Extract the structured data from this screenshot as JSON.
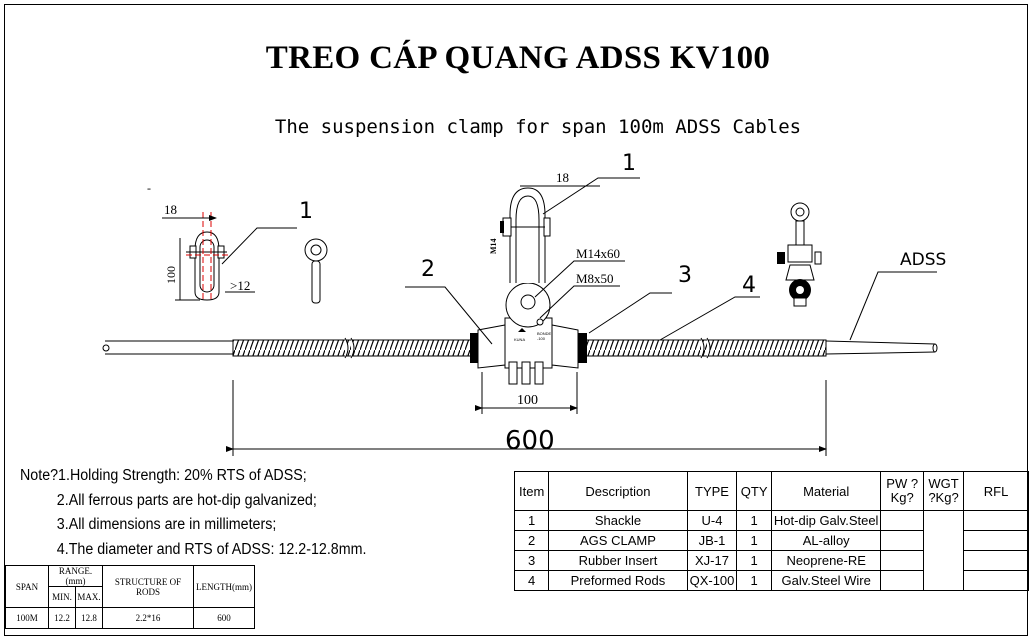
{
  "title": "TREO CÁP QUANG ADSS KV100",
  "subtitle": "The suspension clamp for span 100m ADSS Cables",
  "drawing": {
    "callouts": [
      "1",
      "1",
      "2",
      "3",
      "4"
    ],
    "dims": {
      "d18_left": "18",
      "d100": "100",
      "d12": ">12",
      "d18_top": "18",
      "m14": "M14",
      "m14x60": "M14x60",
      "m8x50": "M8x50",
      "d100_bottom": "100",
      "d600": "600",
      "adss": "ADSS",
      "dash": "-"
    }
  },
  "notes": [
    "Note?1.Holding Strength: 20% RTS of ADSS;",
    "2.All ferrous parts are hot-dip galvanized;",
    "3.All dimensions are in millimeters;",
    "4.The diameter and RTS of ADSS: 12.2-12.8mm."
  ],
  "bom": {
    "headers": [
      "Item",
      "Description",
      "TYPE",
      "QTY",
      "Material",
      "PW ?Kg?",
      "WGT ?Kg?",
      "RFL"
    ],
    "rows": [
      [
        "1",
        "Shackle",
        "U-4",
        "1",
        "Hot-dip Galv.Steel"
      ],
      [
        "2",
        "AGS CLAMP",
        "JB-1",
        "1",
        "AL-alloy"
      ],
      [
        "3",
        "Rubber Insert",
        "XJ-17",
        "1",
        "Neoprene-RE"
      ],
      [
        "4",
        "Preformed Rods",
        "QX-100",
        "1",
        "Galv.Steel Wire"
      ]
    ]
  },
  "span_table": {
    "h_span": "SPAN",
    "h_range": "RANGE. (mm)",
    "h_min": "MIN.",
    "h_max": "MAX.",
    "h_structure": "STRUCTURE OF RODS",
    "h_length": "LENGTH(mm)",
    "row": [
      "100M",
      "12.2",
      "12.8",
      "2.2*16",
      "600"
    ]
  }
}
